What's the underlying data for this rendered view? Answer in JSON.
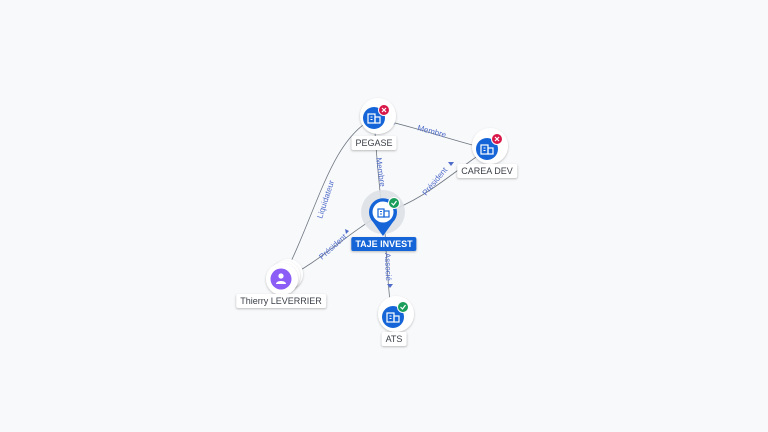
{
  "nodes": {
    "pegase": {
      "label": "PEGASE",
      "status": "closed"
    },
    "carea": {
      "label": "CAREA DEV",
      "status": "closed"
    },
    "taje": {
      "label": "TAJE INVEST",
      "status": "active"
    },
    "ats": {
      "label": "ATS",
      "status": "active"
    },
    "thierry": {
      "label": "Thierry LEVERRIER"
    }
  },
  "edges": {
    "pegase_taje": "Membre",
    "pegase_carea": "Membre",
    "carea_taje": "Président",
    "thierry_pegase": "Liquidateur",
    "thierry_taje": "Président",
    "taje_ats": "Associé"
  },
  "colors": {
    "company": "#1565d8",
    "person": "#8b5cf6",
    "active_badge": "#1a9e5a",
    "closed_badge": "#d9184a",
    "edge_label": "#4f6cc9"
  }
}
